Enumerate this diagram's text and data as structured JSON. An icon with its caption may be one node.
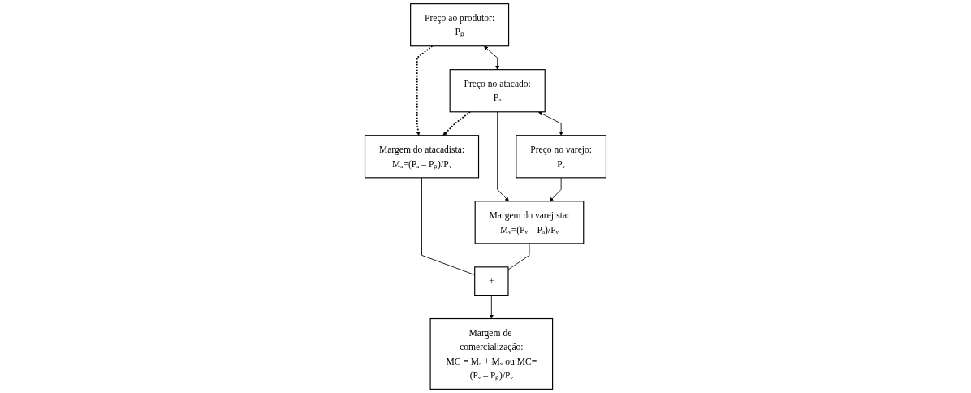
{
  "diagram": {
    "nodes": [
      {
        "text": [
          "Preço ao produtor:",
          "Pₚ"
        ]
      },
      {
        "text": [
          "Preço no atacado:",
          "Pₐ"
        ]
      },
      {
        "text": [
          "Preço no varejo:",
          "Pᵥ"
        ]
      },
      {
        "text": [
          "Margem do atacadista:",
          "Mₐ=(Pₐ – Pₚ)/Pᵥ"
        ]
      },
      {
        "text": [
          "Margem do varejista:",
          "Mᵥ=(Pᵥ – Pₐ)/Pᵥ"
        ]
      },
      {
        "text": [
          "+"
        ]
      },
      {
        "text": [
          "Margem de comercialização:",
          "MC = Mₐ + Mᵥ ou MC=(Pᵥ – Pₚ)/Pᵥ"
        ]
      }
    ],
    "edges": [
      {
        "from": 0,
        "to": 1,
        "arrow": "both"
      },
      {
        "from": 1,
        "to": 2,
        "arrow": "both"
      },
      {
        "from": 0,
        "to": 3,
        "arrow": "to",
        "style": "dashed"
      },
      {
        "from": 1,
        "to": 3,
        "arrow": "to",
        "style": "dashed"
      },
      {
        "from": 1,
        "to": 4,
        "arrow": "to"
      },
      {
        "from": 2,
        "to": 4,
        "arrow": "to"
      },
      {
        "from": 3,
        "to": 5,
        "arrow": "none"
      },
      {
        "from": 4,
        "to": 5,
        "arrow": "none"
      },
      {
        "from": 5,
        "to": 6,
        "arrow": "to"
      }
    ]
  }
}
